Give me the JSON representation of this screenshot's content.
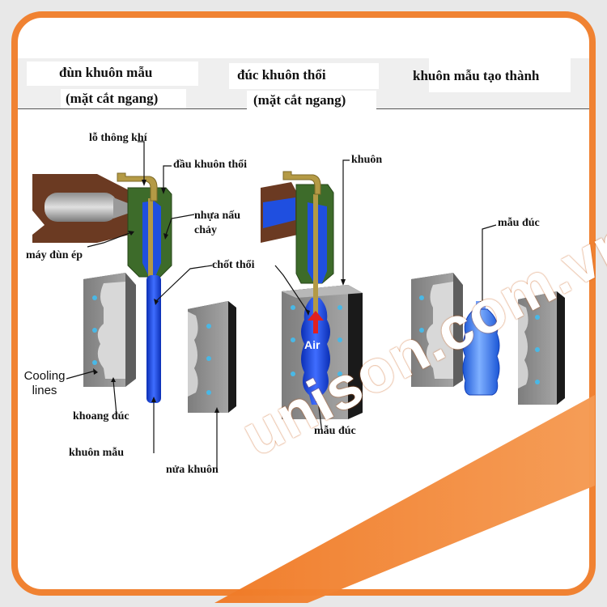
{
  "headers": {
    "left_line1": "đùn khuôn mẫu",
    "left_line2": "(mặt cắt ngang)",
    "middle_line1": "đúc khuôn thổi",
    "middle_line2": "(mặt cắt ngang)",
    "right": "khuôn mẫu tạo thành"
  },
  "labels": {
    "vent_hole": "lỗ thông khí",
    "blow_head": "đầu khuôn thổi",
    "mold": "khuôn",
    "molten_plastic": "nhựa nấu chảy",
    "extruder": "máy đùn ép",
    "blow_pin": "chốt thổi",
    "cooling_lines": "Cooling lines",
    "mold_cavity": "khoang đúc",
    "parison": "khuôn mẫu",
    "half_mold": "nửa khuôn",
    "molded_part_middle": "mẫu đúc",
    "molded_part_right": "mẫu đúc",
    "air": "Air"
  },
  "watermark": "unison.com.vn",
  "colors": {
    "accent": "#f08232",
    "plastic_blue": "#1f4fe0",
    "die_green": "#3d6b2a",
    "pipe_tan": "#b49a45",
    "extruder_brown": "#6b3a22",
    "mold_gray": "#8a8a8a",
    "cooling_dot": "#49b8e6"
  }
}
